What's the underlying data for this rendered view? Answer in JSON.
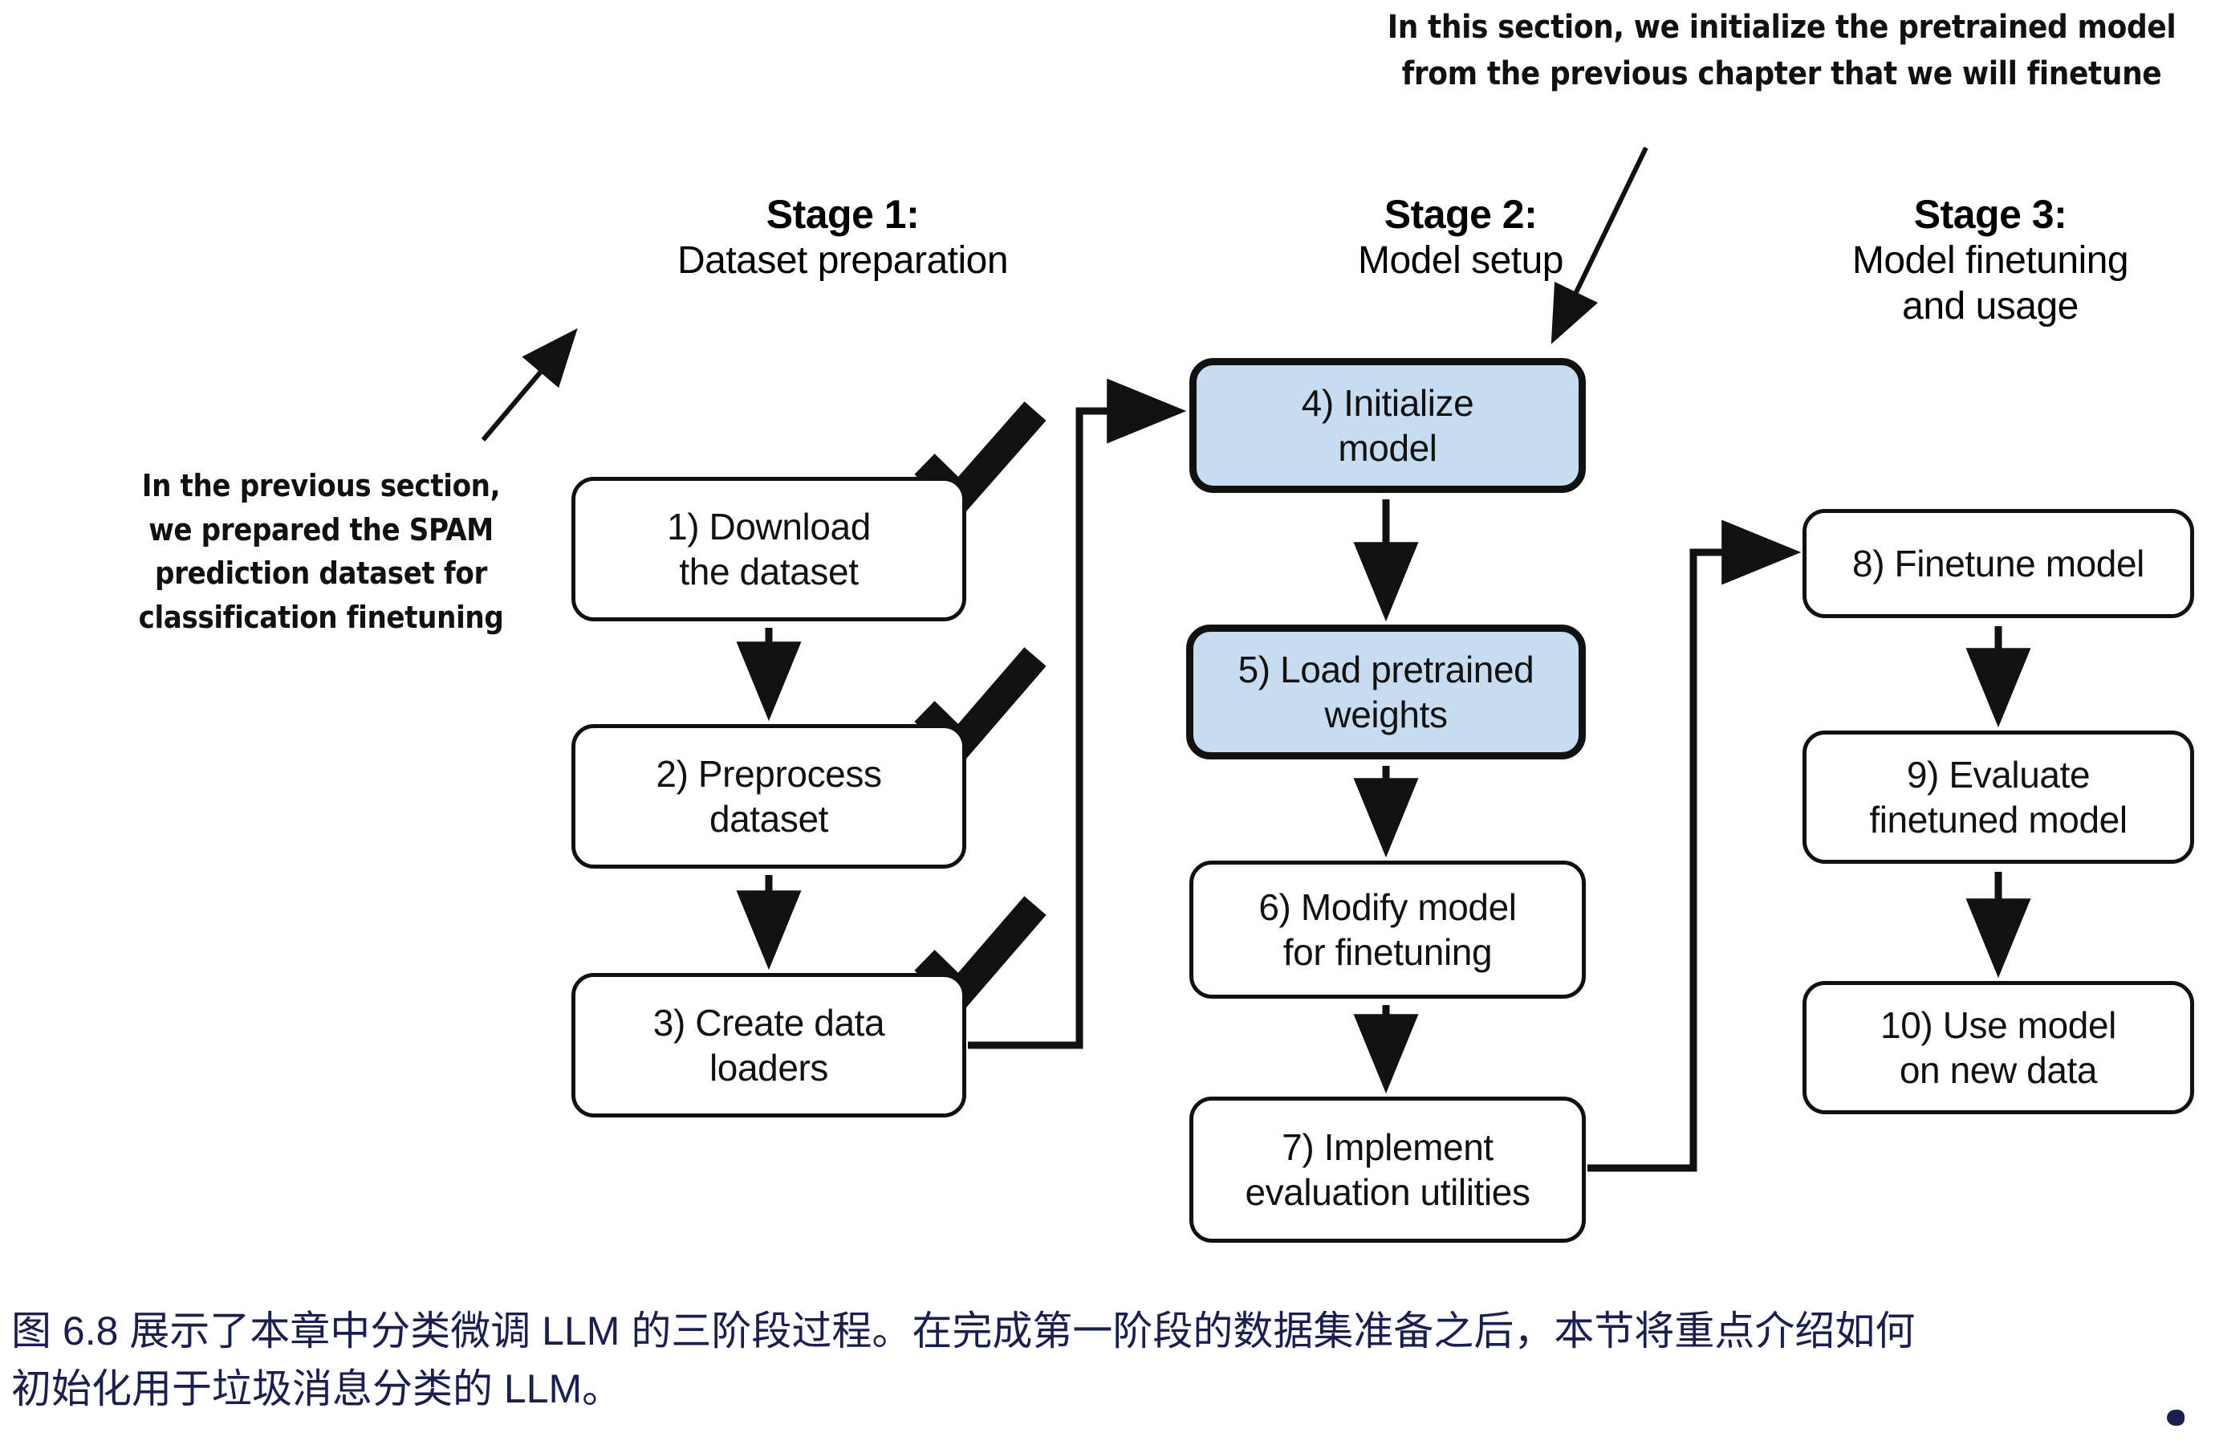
{
  "figure": {
    "background": "#ffffff",
    "ink": "#111111",
    "blue_fill": "#c7dcf0",
    "caption_color": "#1a1f4e"
  },
  "annotations": {
    "top": {
      "line1": "In this section, we initialize the pretrained model",
      "line2": "from the previous chapter that we will finetune",
      "points_to": "4) Initialize model"
    },
    "left": {
      "line1": "In the previous section,",
      "line2": "we prepared the SPAM",
      "line3": "prediction dataset for",
      "line4": "classification finetuning",
      "points_to": "Stage 1: Dataset preparation"
    }
  },
  "stages": [
    {
      "id": "stage-1",
      "title": "Stage 1:",
      "subtitle_line1": "Dataset preparation",
      "subtitle_line2": ""
    },
    {
      "id": "stage-2",
      "title": "Stage 2:",
      "subtitle_line1": "Model setup",
      "subtitle_line2": ""
    },
    {
      "id": "stage-3",
      "title": "Stage 3:",
      "subtitle_line1": "Model finetuning",
      "subtitle_line2": "and usage"
    }
  ],
  "nodes": {
    "n1": {
      "number": "1)",
      "line1": "1) Download",
      "line2": "the dataset",
      "highlighted": false,
      "completed": true
    },
    "n2": {
      "number": "2)",
      "line1": "2) Preprocess",
      "line2": "dataset",
      "highlighted": false,
      "completed": true
    },
    "n3": {
      "number": "3)",
      "line1": "3) Create data",
      "line2": "loaders",
      "highlighted": false,
      "completed": true
    },
    "n4": {
      "number": "4)",
      "line1": "4) Initialize",
      "line2": "model",
      "highlighted": true,
      "completed": false
    },
    "n5": {
      "number": "5)",
      "line1": "5) Load pretrained",
      "line2": "weights",
      "highlighted": true,
      "completed": false
    },
    "n6": {
      "number": "6)",
      "line1": "6) Modify model",
      "line2": "for finetuning",
      "highlighted": false,
      "completed": false
    },
    "n7": {
      "number": "7)",
      "line1": "7) Implement",
      "line2": "evaluation utilities",
      "highlighted": false,
      "completed": false
    },
    "n8": {
      "number": "8)",
      "line1": "8) Finetune model",
      "line2": "",
      "highlighted": false,
      "completed": false
    },
    "n9": {
      "number": "9)",
      "line1": "9) Evaluate",
      "line2": "finetuned model",
      "highlighted": false,
      "completed": false
    },
    "n10": {
      "number": "10)",
      "line1": "10) Use model",
      "line2": "on new data",
      "highlighted": false,
      "completed": false
    }
  },
  "checkmarks": [
    {
      "for": "n1",
      "label": "checkmark-step-1"
    },
    {
      "for": "n2",
      "label": "checkmark-step-2"
    },
    {
      "for": "n3",
      "label": "checkmark-step-3"
    }
  ],
  "edges": [
    {
      "from": "n1",
      "to": "n2",
      "type": "vertical-arrow"
    },
    {
      "from": "n2",
      "to": "n3",
      "type": "vertical-arrow"
    },
    {
      "from": "n3",
      "to": "n4",
      "type": "elbow-arrow"
    },
    {
      "from": "n4",
      "to": "n5",
      "type": "vertical-arrow"
    },
    {
      "from": "n5",
      "to": "n6",
      "type": "vertical-arrow"
    },
    {
      "from": "n6",
      "to": "n7",
      "type": "vertical-arrow"
    },
    {
      "from": "n7",
      "to": "n8",
      "type": "elbow-arrow"
    },
    {
      "from": "n8",
      "to": "n9",
      "type": "vertical-arrow"
    },
    {
      "from": "n9",
      "to": "n10",
      "type": "vertical-arrow"
    }
  ],
  "caption": {
    "line1": "图 6.8 展示了本章中分类微调 LLM 的三阶段过程。在完成第一阶段的数据集准备之后，本节将重点介绍如何",
    "line2": "初始化用于垃圾消息分类的 LLM。"
  }
}
